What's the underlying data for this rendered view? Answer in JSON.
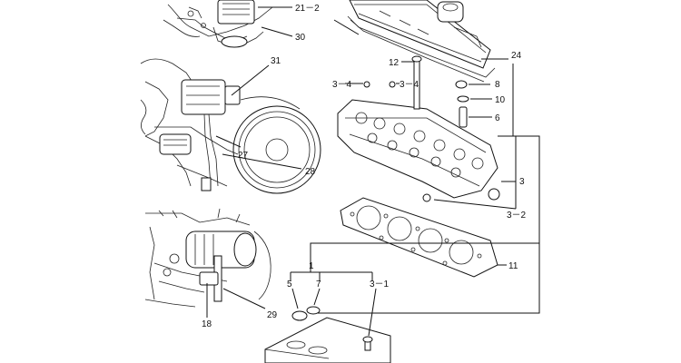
{
  "callouts": {
    "c21_2": "21－2",
    "c30": "30",
    "c24": "24",
    "c12": "12",
    "c3_4a": "3－4",
    "c3_4b": "3－4",
    "c8": "8",
    "c10": "10",
    "c6": "6",
    "c31": "31",
    "c27": "27",
    "c28": "28",
    "c3": "3",
    "c3_2": "3－2",
    "c11": "11",
    "c1": "1",
    "c5": "5",
    "c7": "7",
    "c3_1": "3－1",
    "c18": "18",
    "c29": "29"
  }
}
